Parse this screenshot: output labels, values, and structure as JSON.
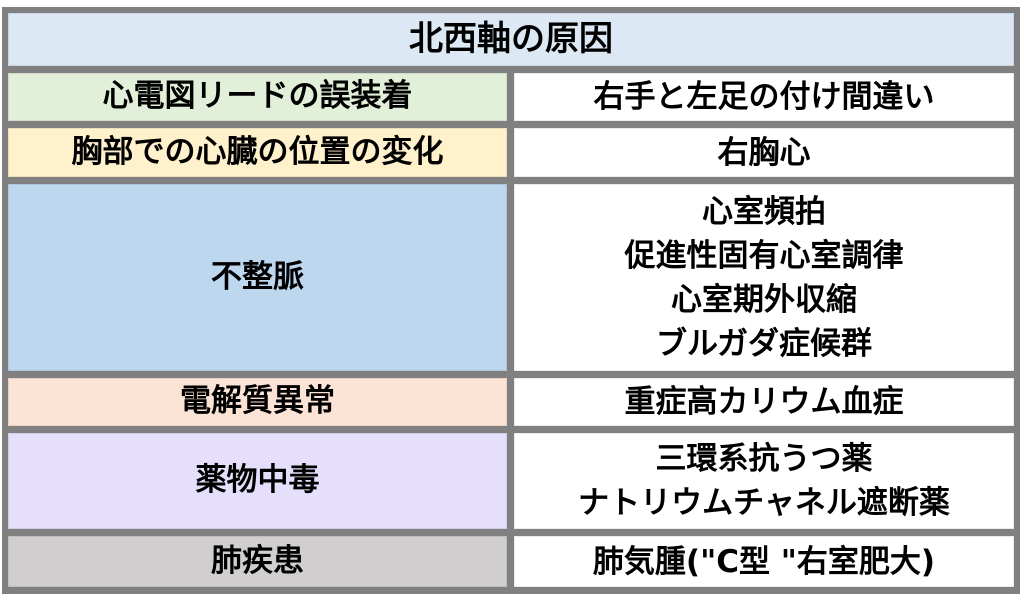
{
  "title": {
    "text": "北西軸の原因",
    "bg": "#dde8f5"
  },
  "rows": [
    {
      "category": "心電図リードの誤装着",
      "category_bg": "#e2efd9",
      "causes": [
        "右手と左足の付け間違い"
      ]
    },
    {
      "category": "胸部での心臓の位置の変化",
      "category_bg": "#fff1cc",
      "causes": [
        "右胸心"
      ]
    },
    {
      "category": "不整脈",
      "category_bg": "#bdd7ee",
      "causes": [
        "心室頻拍",
        "促進性固有心室調律",
        "心室期外収縮",
        "ブルガダ症候群"
      ]
    },
    {
      "category": "電解質異常",
      "category_bg": "#fbe4d5",
      "causes": [
        "重症高カリウム血症"
      ]
    },
    {
      "category": "薬物中毒",
      "category_bg": "#e6dffc",
      "causes": [
        "三環系抗うつ薬",
        "ナトリウムチャネル遮断薬"
      ]
    },
    {
      "category": "肺疾患",
      "category_bg": "#d0cece",
      "causes": [
        "肺気腫(\"C型 \"右室肥大)"
      ]
    }
  ],
  "colors": {
    "border": "#808080",
    "value_bg": "#ffffff",
    "text": "#000000"
  }
}
